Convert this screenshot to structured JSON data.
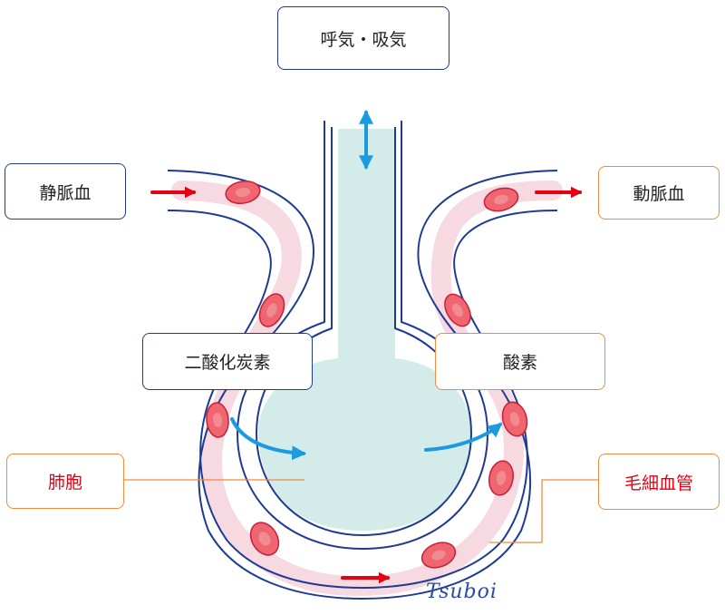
{
  "labels": {
    "breathing": "呼気・吸気",
    "venous_blood": "静脈血",
    "arterial_blood": "動脈血",
    "carbon_dioxide": "二酸化炭素",
    "oxygen": "酸素",
    "alveolus": "肺胞",
    "capillary": "毛細血管"
  },
  "signature": "Tsuboi",
  "colors": {
    "outline_navy": "#1f3a93",
    "label_orange": "#f08a3c",
    "arrow_red": "#e60012",
    "arrow_blue": "#1a9ae0",
    "alveolus_fill": "#d3ebe9",
    "blood_band": "#f7d9e2",
    "cell_fill": "#f06670",
    "cell_stroke": "#c6203a"
  },
  "icons": [
    "red-blood-cell-icon",
    "flow-arrow-icon",
    "double-headed-arrow-icon"
  ]
}
